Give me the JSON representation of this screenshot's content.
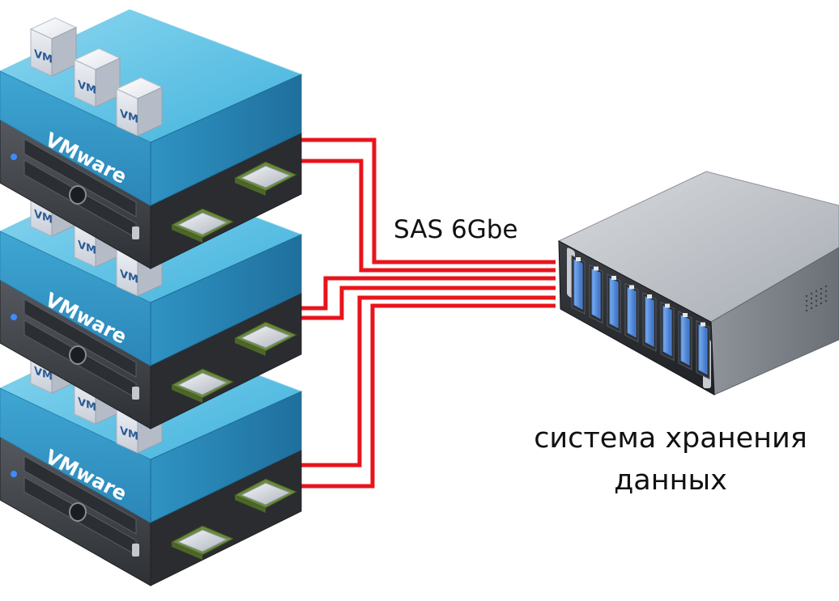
{
  "diagram": {
    "hosts": [
      {
        "brand": "VMware",
        "vms": [
          "VM",
          "VM",
          "VM"
        ]
      },
      {
        "brand": "VMware",
        "vms": [
          "VM",
          "VM",
          "VM"
        ]
      },
      {
        "brand": "VMware",
        "vms": [
          "VM",
          "VM",
          "VM"
        ]
      }
    ],
    "link_label": "SAS 6Gbe",
    "storage_label": "система хранения данных",
    "colors": {
      "cable": "#e8141c",
      "platform_blue": "#5ec3e6",
      "server_dark": "#3a3d42",
      "drive_blue": "#4f86d9"
    },
    "icons": [
      "vm-cube-icon",
      "cpu-chip-icon",
      "power-button-icon",
      "led-icon",
      "drive-bay-icon",
      "vent-grille-icon"
    ]
  }
}
